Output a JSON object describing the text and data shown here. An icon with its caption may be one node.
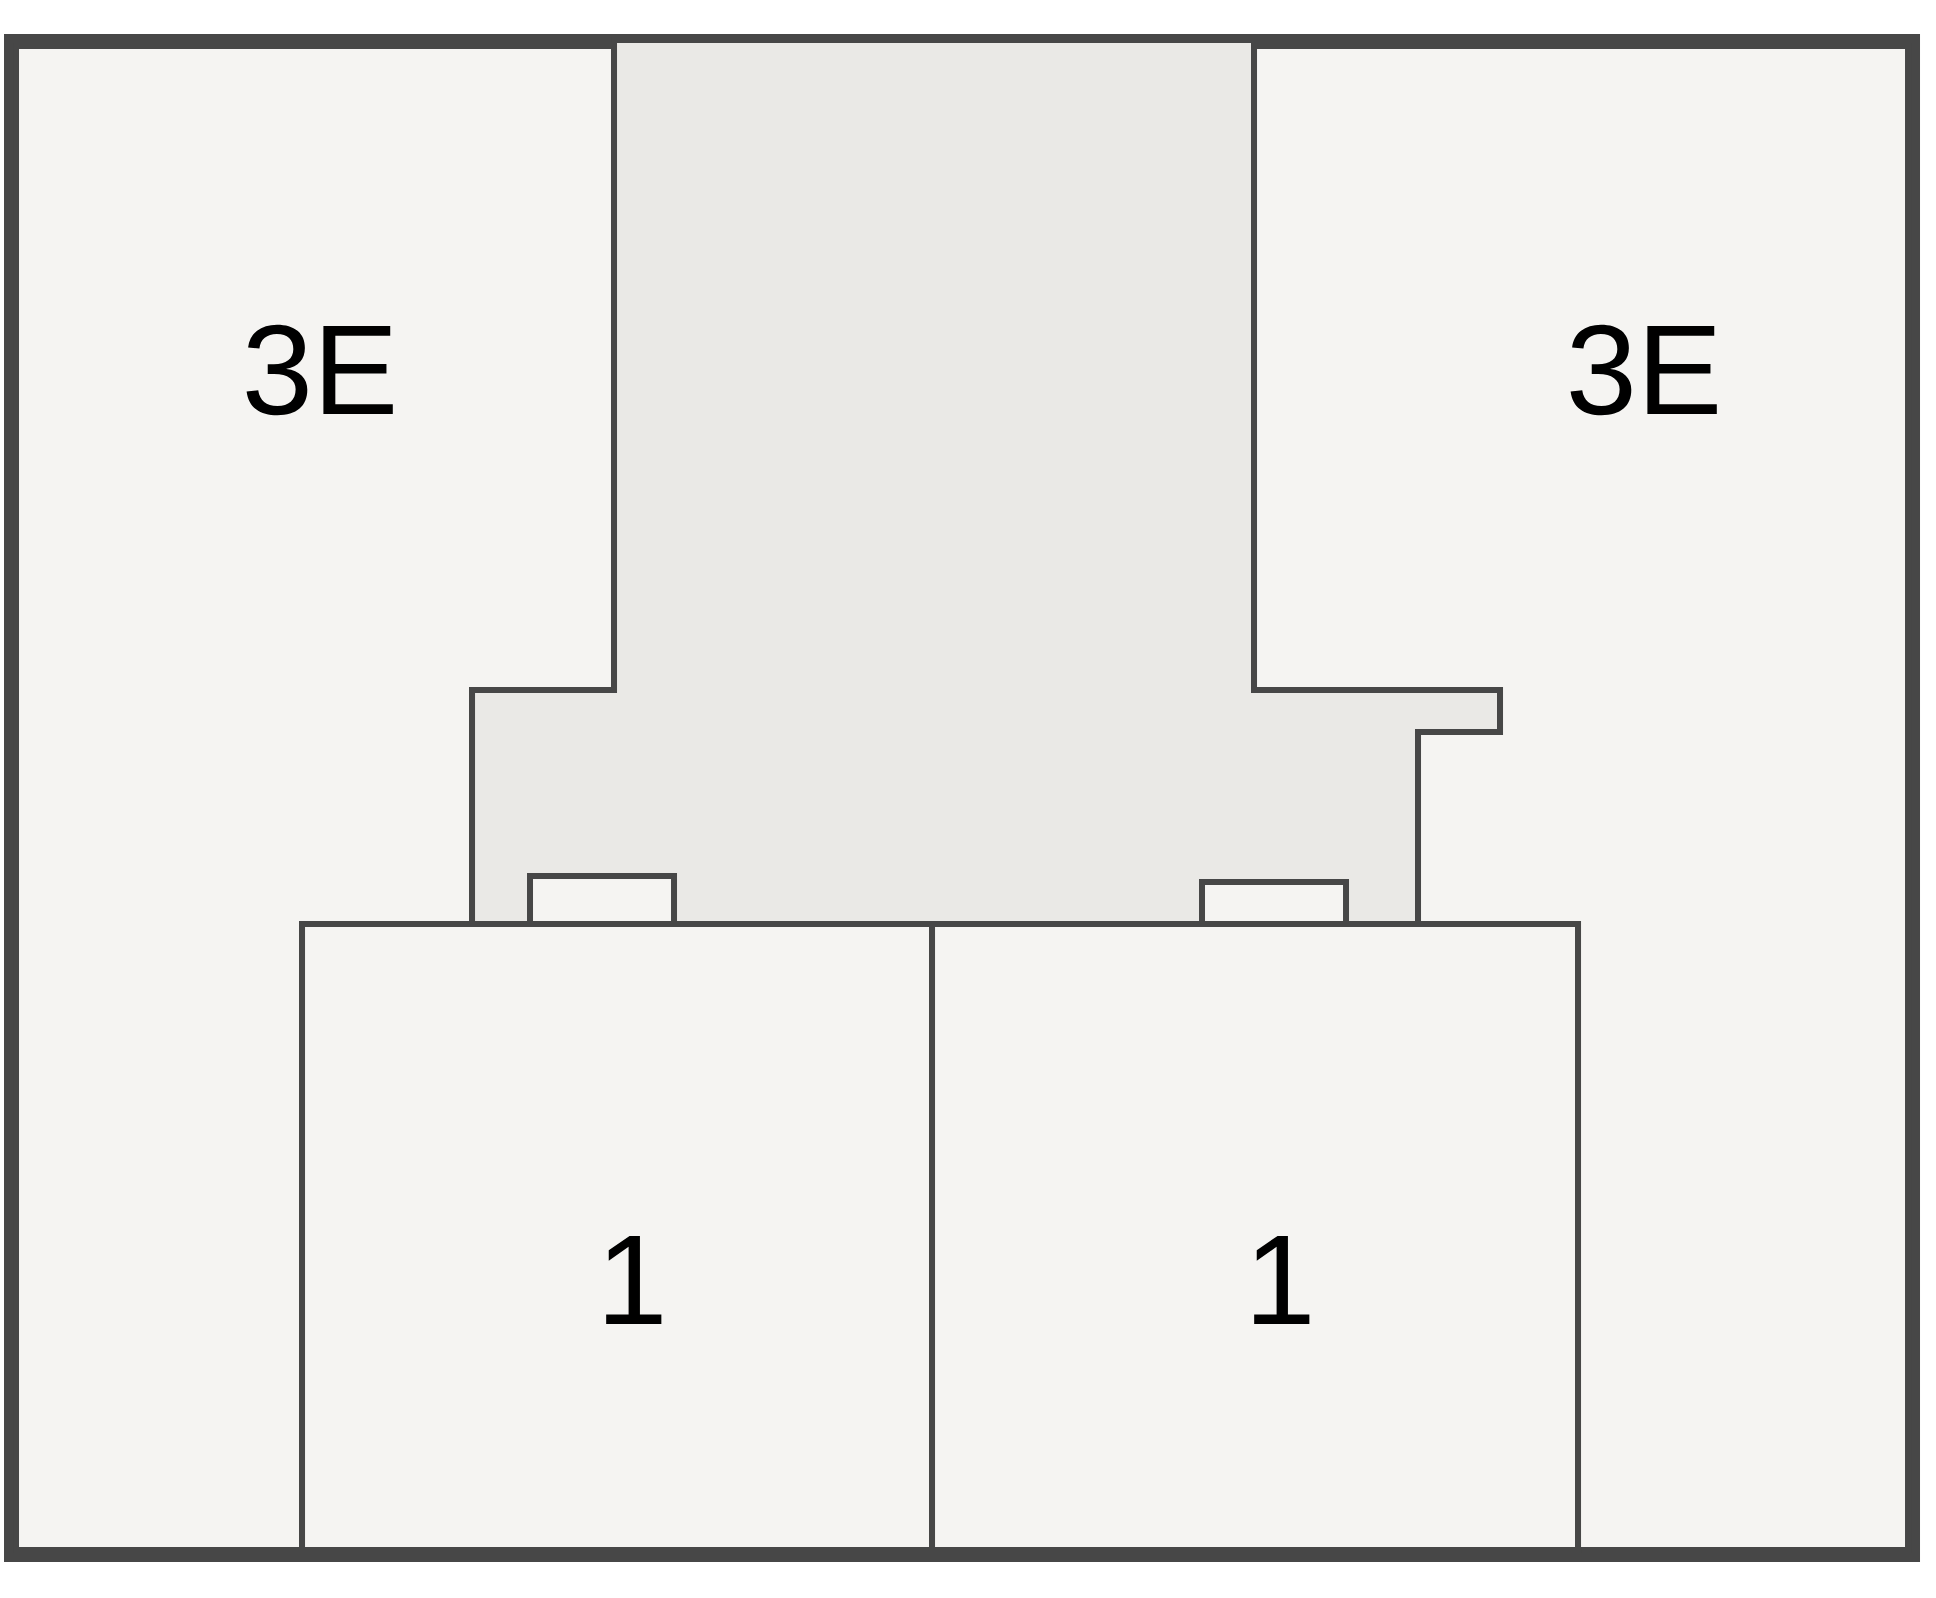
{
  "diagram": {
    "nodes": [
      {
        "text": [
          "3E"
        ]
      },
      {
        "text": [
          "3E"
        ]
      },
      {
        "text": [
          "1"
        ]
      },
      {
        "text": [
          "1"
        ]
      }
    ]
  }
}
